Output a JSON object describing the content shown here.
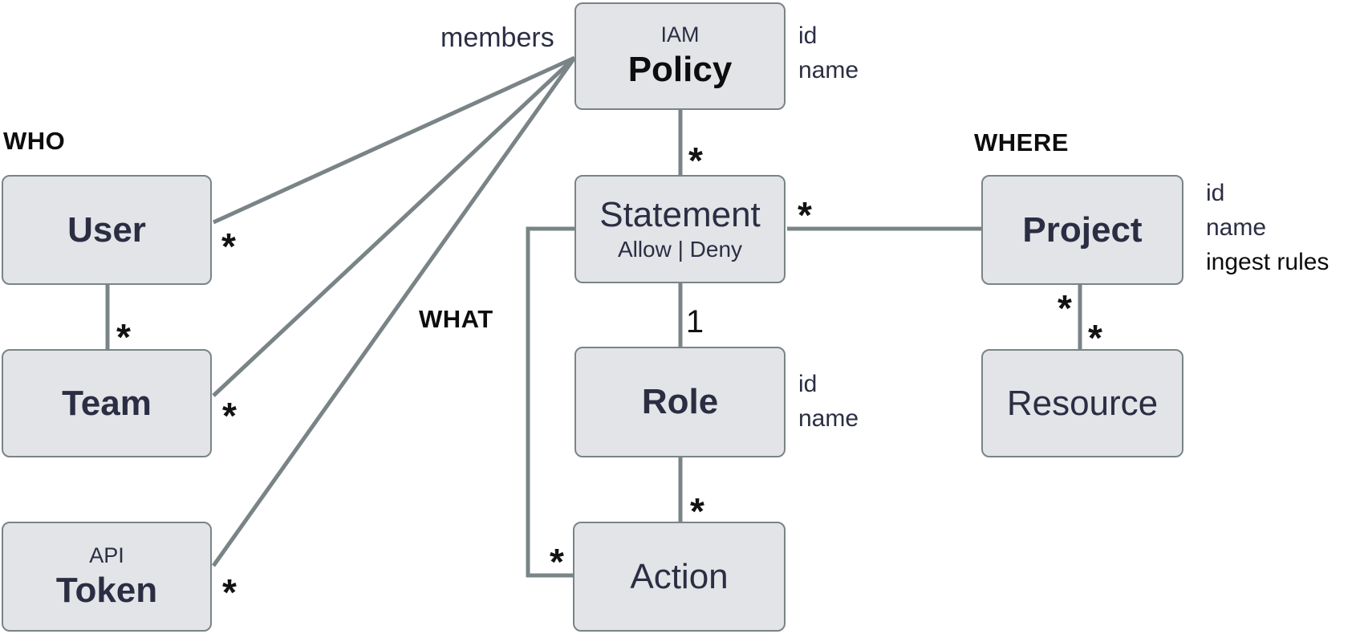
{
  "group_labels": {
    "who": "WHO",
    "what": "WHAT",
    "where": "WHERE"
  },
  "relationship_label": "members",
  "entities": {
    "policy": {
      "super": "IAM",
      "title": "Policy",
      "attributes": [
        "id",
        "name"
      ]
    },
    "user": {
      "title": "User"
    },
    "team": {
      "title": "Team"
    },
    "token": {
      "super": "API",
      "title": "Token"
    },
    "statement": {
      "title": "Statement",
      "subtitle": "Allow | Deny"
    },
    "role": {
      "title": "Role",
      "attributes": [
        "id",
        "name"
      ]
    },
    "action": {
      "title": "Action"
    },
    "project": {
      "title": "Project",
      "attributes": [
        "id",
        "name",
        "ingest rules"
      ]
    },
    "resource": {
      "title": "Resource"
    }
  },
  "multiplicities": {
    "policy_statement": "*",
    "user_policy": "*",
    "team_policy": "*",
    "token_policy": "*",
    "user_team": "*",
    "statement_role": "1",
    "role_action": "*",
    "statement_project": "*",
    "statement_action": "*",
    "project_resource_upper": "*",
    "project_resource_lower": "*"
  },
  "colors": {
    "box_fill": "#e2e4e7",
    "box_border": "#7a8487",
    "edge_line": "#7a8487",
    "text_navy": "#2b2e43",
    "text_black": "#0d0d0e"
  }
}
